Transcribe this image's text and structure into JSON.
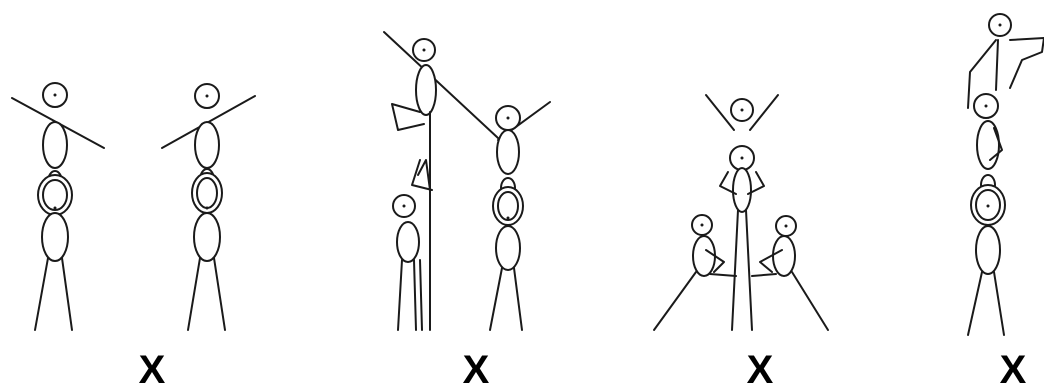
{
  "labels": {
    "mark_1": "X",
    "mark_2": "X",
    "mark_3": "X",
    "mark_4": "X"
  }
}
